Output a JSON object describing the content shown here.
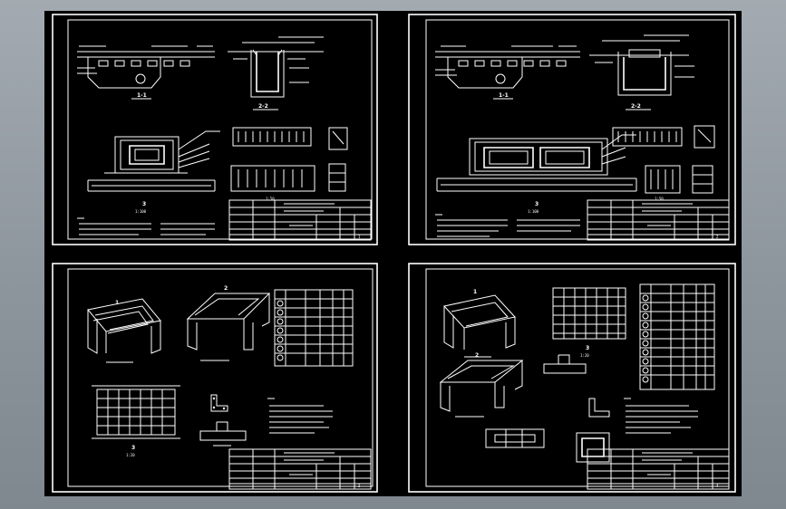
{
  "sheets": [
    {
      "section_mark_top": "1-1",
      "section_mark_side": "2-2",
      "detail_mark": "3",
      "scale_marks": [
        "1:100",
        "1:50"
      ],
      "sheet_no": "1"
    },
    {
      "section_mark_top": "1-1",
      "section_mark_side": "2-2",
      "detail_mark": "3",
      "scale_marks": [
        "1:100",
        "1:50"
      ],
      "sheet_no": "2"
    },
    {
      "section_mark_top": "1",
      "section_mark_side": "2",
      "detail_mark": "3",
      "scale_marks": [
        "1:20"
      ],
      "sheet_no": "3"
    },
    {
      "section_mark_top": "1",
      "section_mark_side": "2",
      "detail_mark": "3",
      "scale_marks": [
        "1:20"
      ],
      "sheet_no": "4"
    }
  ],
  "colors": {
    "background": "#8f979f",
    "canvas": "#000000",
    "lines": "#ffffff"
  }
}
